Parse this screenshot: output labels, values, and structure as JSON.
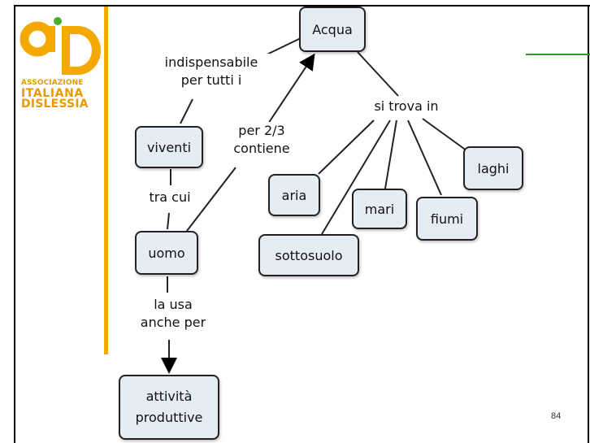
{
  "logo": {
    "line1": "ASSOCIAZIONE",
    "line2": "ITALIANA",
    "line3": "DISLESSIA",
    "brand_color": "#f5a800"
  },
  "nodes": {
    "acqua": "Acqua",
    "viventi": "viventi",
    "uomo": "uomo",
    "attivita_line1": "attività",
    "attivita_line2": "produttive",
    "aria": "aria",
    "sottosuolo": "sottosuolo",
    "mari": "mari",
    "fiumi": "fiumi",
    "laghi": "laghi"
  },
  "link_labels": {
    "indispensabile_line1": "indispensabile",
    "indispensabile_line2": "per tutti i",
    "tra_cui": "tra cui",
    "per23_line1": "per 2/3",
    "per23_line2": "contiene",
    "la_usa_line1": "la usa",
    "la_usa_line2": "anche per",
    "si_trova_in": "si trova in"
  },
  "page_number": "84",
  "colors": {
    "node_fill": "#e6ecf3",
    "accent_orange": "#f5a800",
    "accent_green": "#2e9a2e"
  }
}
